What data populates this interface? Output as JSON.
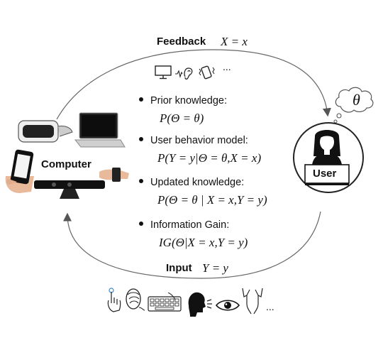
{
  "feedback": {
    "label": "Feedback",
    "formula": "X = x",
    "more": "..."
  },
  "input": {
    "label": "Input",
    "formula": "Y = y",
    "more": "..."
  },
  "computer": {
    "label": "Computer"
  },
  "user": {
    "label": "User",
    "thought": "θ"
  },
  "steps": [
    {
      "title": "Prior knowledge:",
      "formula": "P(Θ = θ)"
    },
    {
      "title": "User behavior model:",
      "formula": "P(Y = y|Θ = θ,X = x)"
    },
    {
      "title": "Updated knowledge:",
      "formula": "P(Θ = θ | X = x,Y = y)"
    },
    {
      "title": "Information Gain:",
      "formula": "IG(Θ|X = x,Y = y)"
    }
  ],
  "feedback_icons": [
    "monitor-icon",
    "audio-ear-icon",
    "vibration-icon"
  ],
  "input_icons": [
    "touch-hand-icon",
    "mouse-hand-icon",
    "keyboard-icon",
    "speech-icon",
    "eye-icon",
    "gesture-hands-icon"
  ]
}
